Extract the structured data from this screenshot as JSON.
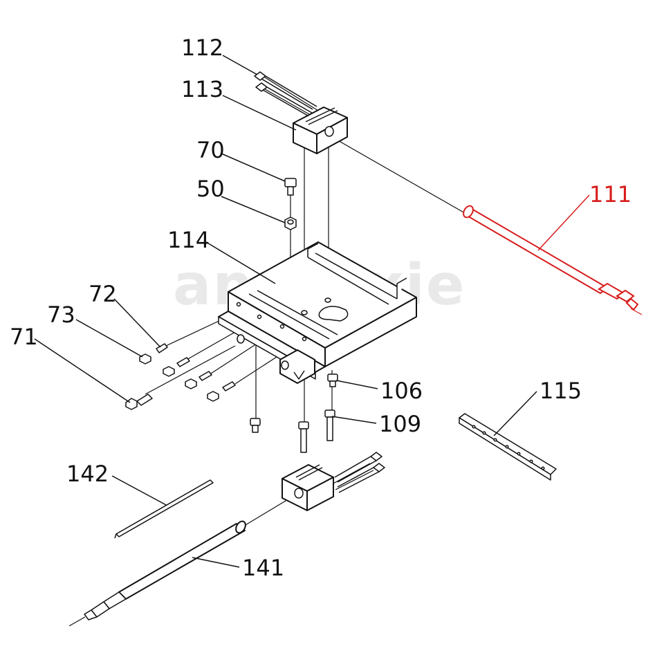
{
  "watermark": "anrunxie",
  "colors": {
    "line": "#111111",
    "highlight": "#d81b1b",
    "background": "#ffffff"
  },
  "callouts": {
    "p112": "112",
    "p113": "113",
    "p70": "70",
    "p50": "50",
    "p114": "114",
    "p111": "111",
    "p72": "72",
    "p73": "73",
    "p71": "71",
    "p106": "106",
    "p109": "109",
    "p115": "115",
    "p142": "142",
    "p141": "141"
  },
  "highlighted_part": "111"
}
